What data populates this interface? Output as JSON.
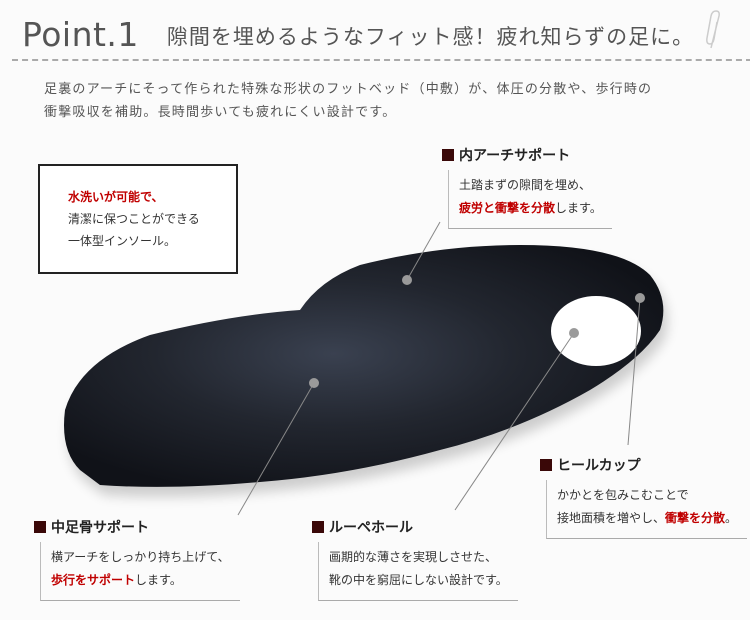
{
  "header": {
    "point_label": "Point.1",
    "heading": "隙間を埋めるようなフィット感！疲れ知らずの足に。",
    "paperclip_icon": "paperclip-icon"
  },
  "intro": {
    "line1": "足裏のアーチにそって作られた特殊な形状のフットベッド（中敷）が、体圧の分散や、歩行時の",
    "line2": "衝撃吸収を補助。長時間歩いても疲れにくい設計です。"
  },
  "feature_box": {
    "highlight": "水洗いが可能で、",
    "line2": "清潔に保つことができる",
    "line3": "一体型インソール。"
  },
  "callouts": [
    {
      "title": "内アーチサポート",
      "line1": "土踏まずの隙間を埋め、",
      "line2_highlight": "疲労と衝撃を分散",
      "line2_rest": "します。"
    },
    {
      "title": "ヒールカップ",
      "line1": "かかとを包みこむことで",
      "line2_pre": "接地面積を増やし、",
      "line2_highlight": "衝撃を分散",
      "line2_rest": "。"
    },
    {
      "title": "中足骨サポート",
      "line1": "横アーチをしっかり持ち上げて、",
      "line2_highlight": "歩行をサポート",
      "line2_rest": "します。"
    },
    {
      "title": "ルーペホール",
      "line1": "画期的な薄さを実現しさせた、",
      "line2": "靴の中を窮屈にしない設計です。"
    }
  ],
  "colors": {
    "accent_red": "#c00000",
    "marker": "#3a0808",
    "insole": "#1c2029"
  }
}
